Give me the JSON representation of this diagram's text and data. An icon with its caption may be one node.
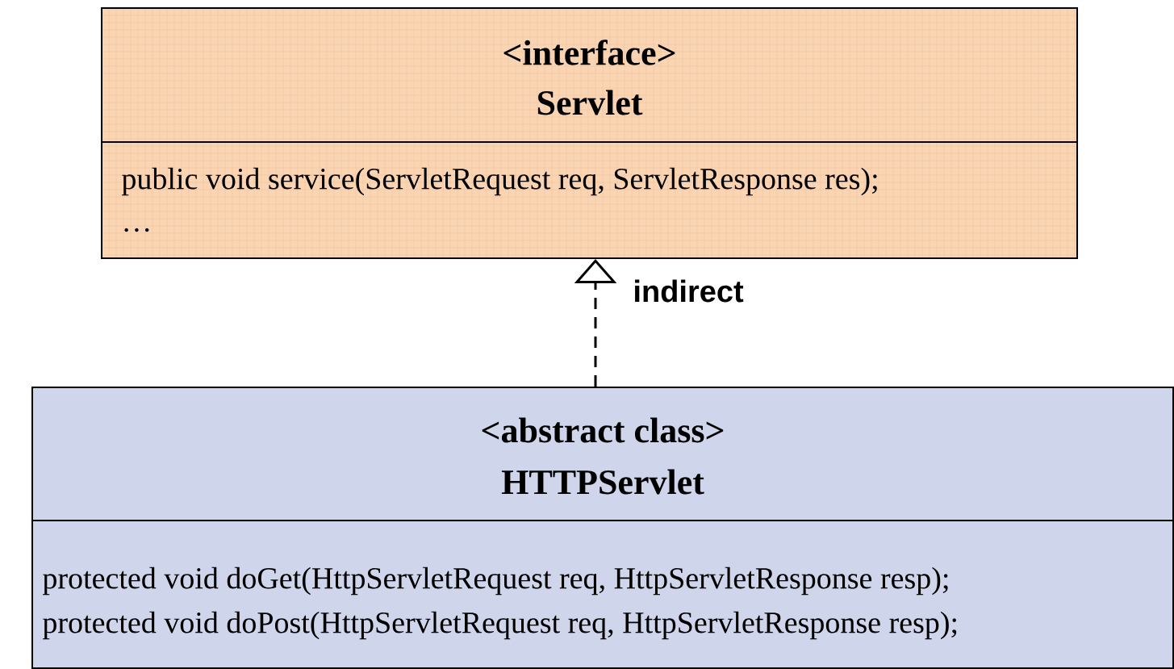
{
  "diagram": {
    "nodes": [
      {
        "text": [
          "<interface>",
          "Servlet",
          "public void service(ServletRequest req, ServletResponse res);",
          "…"
        ]
      },
      {
        "text": [
          "<abstract class>",
          "HTTPServlet",
          "protected void doGet(HttpServletRequest req, HttpServletResponse resp);",
          "protected void doPost(HttpServletRequest req, HttpServletResponse resp);"
        ]
      }
    ],
    "edges": [
      {
        "from": 1,
        "to": 0,
        "arrow": "to",
        "style": "dashed",
        "label": "indirect"
      }
    ]
  }
}
